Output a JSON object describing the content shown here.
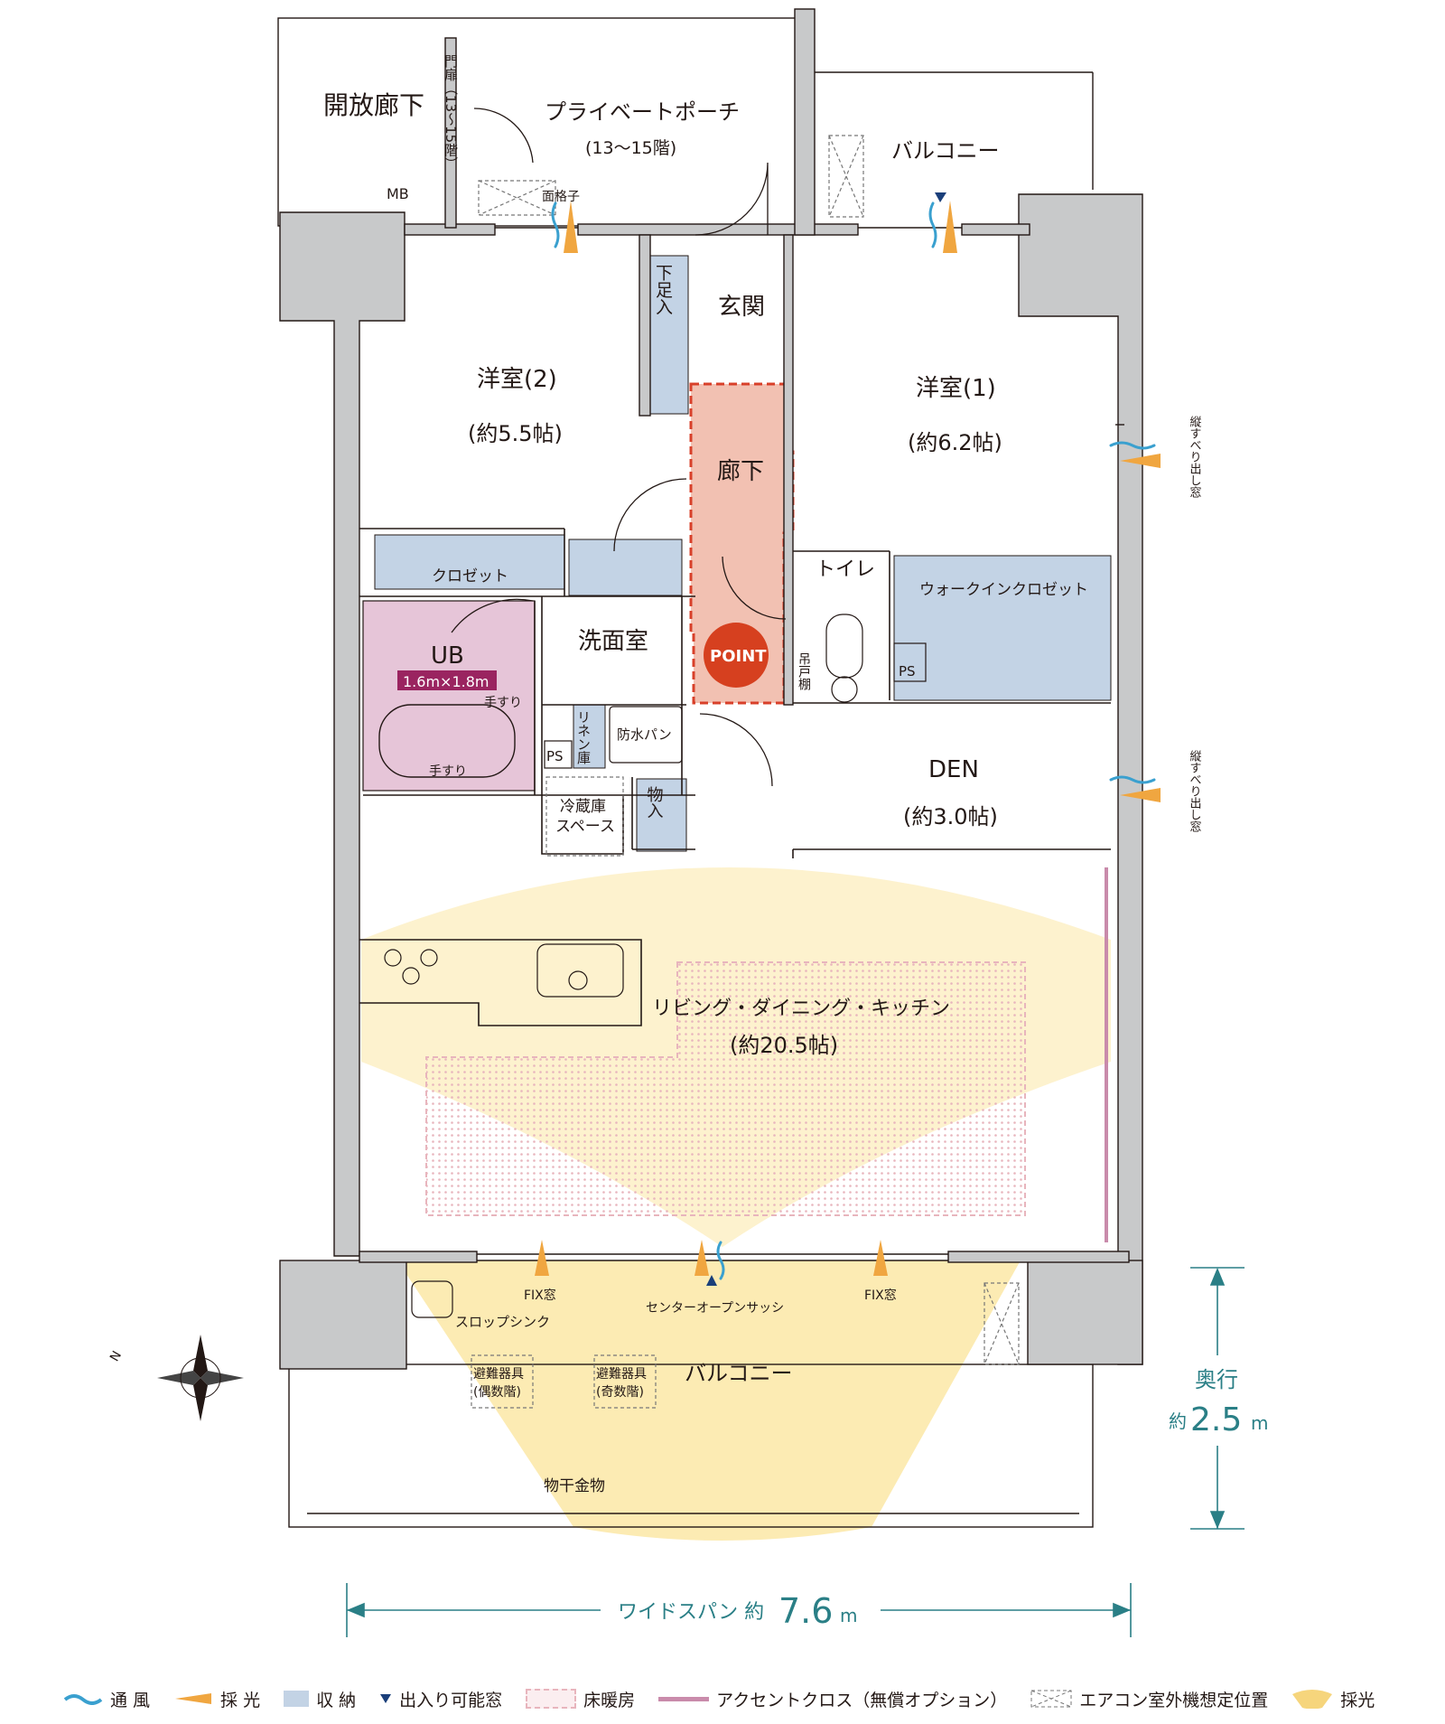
{
  "colors": {
    "wall": "#c8c9ca",
    "storage": "#c3d3e5",
    "corridor": "#f2c1b2",
    "corridor_border": "#d8402a",
    "bath": "#e6c5d8",
    "bath_label_bg": "#9a2460",
    "light_yellow": "#fbe7a6",
    "floor_heating": "#e8b5bd",
    "accent_cross": "#c98bab",
    "wind": "#3aa0cf",
    "light_orange": "#f0a640",
    "dimension": "#2a7f86",
    "point": "#d6401f"
  },
  "rooms": {
    "open_corridor": "開放廊下",
    "gate": "門扉（13〜15階）",
    "private_porch": "プライベートポーチ",
    "private_porch_floors": "(13〜15階)",
    "balcony_top": "バルコニー",
    "mb": "MB",
    "face_lattice": "面格子",
    "shoe_storage": "下足入",
    "entrance": "玄関",
    "western2": "洋室(2)",
    "western2_size": "(約5.5帖)",
    "western1": "洋室(1)",
    "western1_size": "(約6.2帖)",
    "hallway": "廊下",
    "closet": "クロゼット",
    "toilet": "トイレ",
    "walk_in_closet": "ウォークインクロゼット",
    "ub": "UB",
    "ub_size": "1.6m×1.8m",
    "handrail": "手すり",
    "washroom": "洗面室",
    "linen": "リネン庫",
    "waterproof_pan": "防水パン",
    "ps": "PS",
    "hanging_shelf": "吊戸棚",
    "point": "POINT",
    "fridge_space_1": "冷蔵庫",
    "fridge_space_2": "スペース",
    "storage": "物入",
    "den": "DEN",
    "den_size": "(約3.0帖)",
    "ldk": "リビング・ダイニング・キッチン",
    "ldk_size": "(約20.5帖)",
    "vertical_window": "縦すべり出し窓",
    "fix_window": "FIX窓",
    "center_open_sash": "センターオープンサッシ",
    "slop_sink": "スロップシンク",
    "balcony_bottom": "バルコニー",
    "evac_even_1": "避難器具",
    "evac_even_2": "(偶数階)",
    "evac_odd_1": "避難器具",
    "evac_odd_2": "(奇数階)",
    "clothes_hanger": "物干金物",
    "compass_n": "N"
  },
  "dimensions": {
    "depth_label": "奥行",
    "depth_prefix": "約",
    "depth_value": "2.5",
    "depth_unit": "m",
    "span_label": "ワイドスパン 約",
    "span_value": "7.6",
    "span_unit": "m"
  },
  "legend": [
    {
      "icon": "wind-icon",
      "label": "通 風"
    },
    {
      "icon": "light-icon",
      "label": "採 光"
    },
    {
      "icon": "storage-swatch",
      "label": "収 納"
    },
    {
      "icon": "access-window-icon",
      "label": "出入り可能窓"
    },
    {
      "icon": "floor-heating-swatch",
      "label": "床暖房"
    },
    {
      "icon": "accent-cross-swatch",
      "label": "アクセントクロス（無償オプション）"
    },
    {
      "icon": "aircon-swatch",
      "label": "エアコン室外機想定位置"
    },
    {
      "icon": "sunlight-swatch",
      "label": "採光"
    }
  ]
}
